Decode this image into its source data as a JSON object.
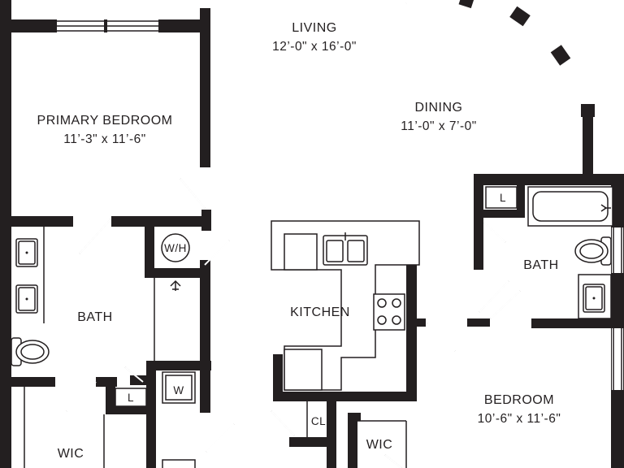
{
  "rooms": {
    "living": {
      "name": "LIVING",
      "dims": "12’-0\" x 16’-0\""
    },
    "dining": {
      "name": "DINING",
      "dims": "11’-0\" x 7’-0\""
    },
    "primary_bedroom": {
      "name": "PRIMARY BEDROOM",
      "dims": "11’-3\" x 11’-6\""
    },
    "bedroom": {
      "name": "BEDROOM",
      "dims": "10’-6\" x 11’-6\""
    },
    "kitchen": {
      "name": "KITCHEN"
    },
    "bath_left": {
      "name": "BATH"
    },
    "bath_right": {
      "name": "BATH"
    },
    "wic_left": {
      "name": "WIC"
    },
    "wic_right": {
      "name": "WIC"
    }
  },
  "fixtures": {
    "water_heater": "W/H",
    "washer": "W",
    "closet": "CL",
    "linen_left": "L",
    "linen_right": "L"
  },
  "colors": {
    "wall": "#231f20",
    "background": "#ffffff"
  }
}
